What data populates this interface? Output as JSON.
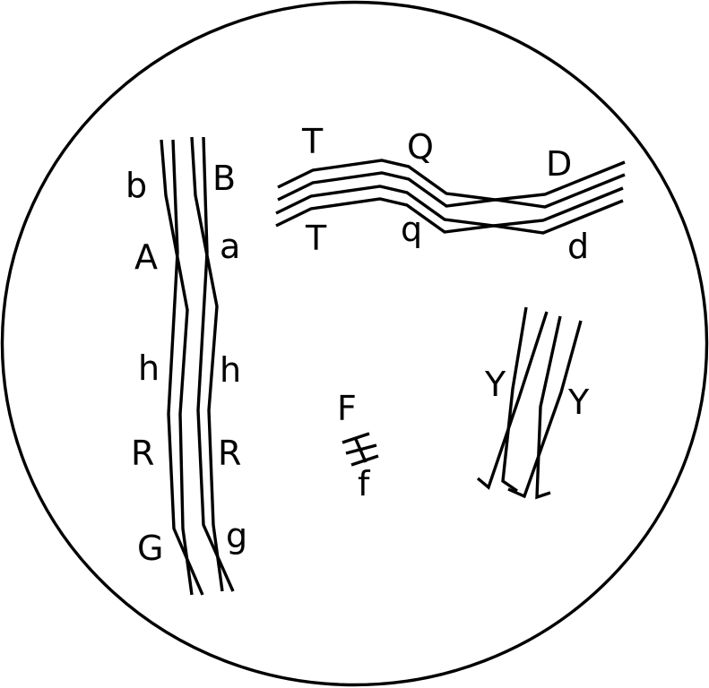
{
  "labels": {
    "chromosome_pair_1": {
      "left": [
        "b",
        "A",
        "h",
        "R",
        "G"
      ],
      "right": [
        "B",
        "a",
        "h",
        "R",
        "g"
      ]
    },
    "chromosome_pair_2": {
      "top": [
        "T",
        "Q",
        "D"
      ],
      "bottom": [
        "T",
        "q",
        "d"
      ]
    },
    "chromosome_pair_3": {
      "top": "F",
      "bottom": "f"
    },
    "chromosome_pair_4": {
      "left": "Y",
      "right": "Y"
    }
  },
  "colors": {
    "stroke": "#000000",
    "background": "#ffffff"
  }
}
